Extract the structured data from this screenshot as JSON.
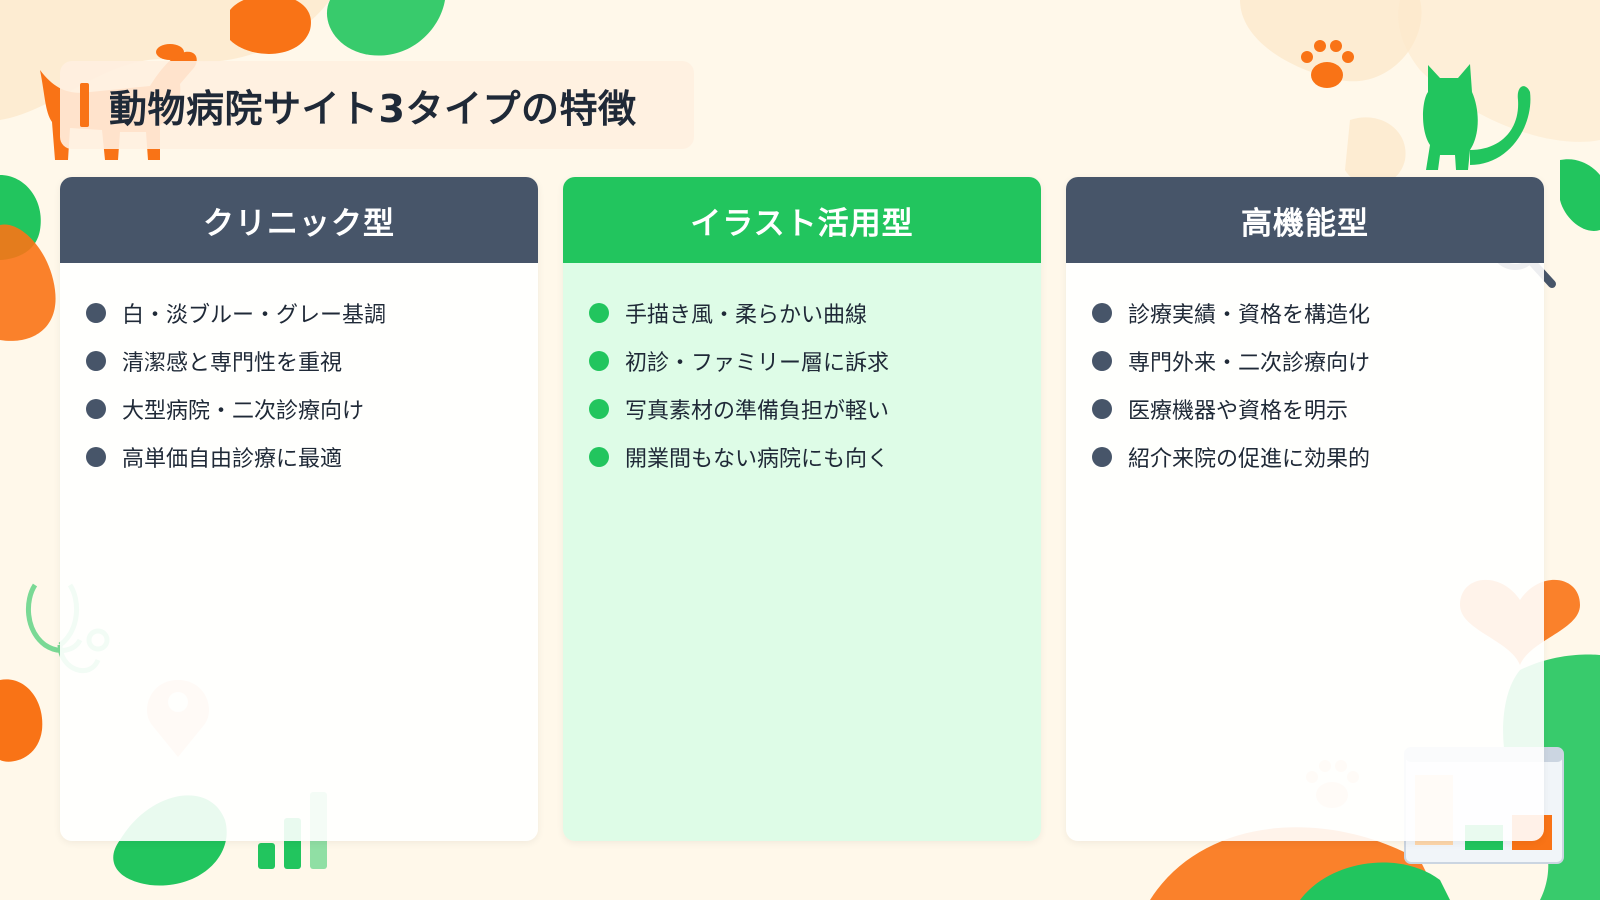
{
  "page": {
    "title": "動物病院サイト3タイプの特徴"
  },
  "colors": {
    "accent": "#f97316",
    "green": "#22c55e",
    "slate": "#475569",
    "card_green_bg": "#dcfce7",
    "text": "#1f2937"
  },
  "cards": [
    {
      "title": "クリニック型",
      "header_color": "#475569",
      "bullet_color": "#475569",
      "items": [
        "白・淡ブルー・グレー基調",
        "清潔感と専門性を重視",
        "大型病院・二次診療向け",
        "高単価自由診療に最適"
      ]
    },
    {
      "title": "イラスト活用型",
      "header_color": "#22c55e",
      "bullet_color": "#22c55e",
      "items": [
        "手描き風・柔らかい曲線",
        "初診・ファミリー層に訴求",
        "写真素材の準備負担が軽い",
        "開業間もない病院にも向く"
      ]
    },
    {
      "title": "高機能型",
      "header_color": "#475569",
      "bullet_color": "#475569",
      "items": [
        "診療実績・資格を構造化",
        "専門外来・二次診療向け",
        "医療機器や資格を明示",
        "紹介来院の促進に効果的"
      ]
    }
  ],
  "decorations": [
    "dog-illustration",
    "cat-illustration",
    "paw-print-icon",
    "stethoscope-icon",
    "location-pin-icon",
    "bar-chart-icon",
    "heart-icon",
    "magnifier-icon",
    "browser-window-icon"
  ]
}
